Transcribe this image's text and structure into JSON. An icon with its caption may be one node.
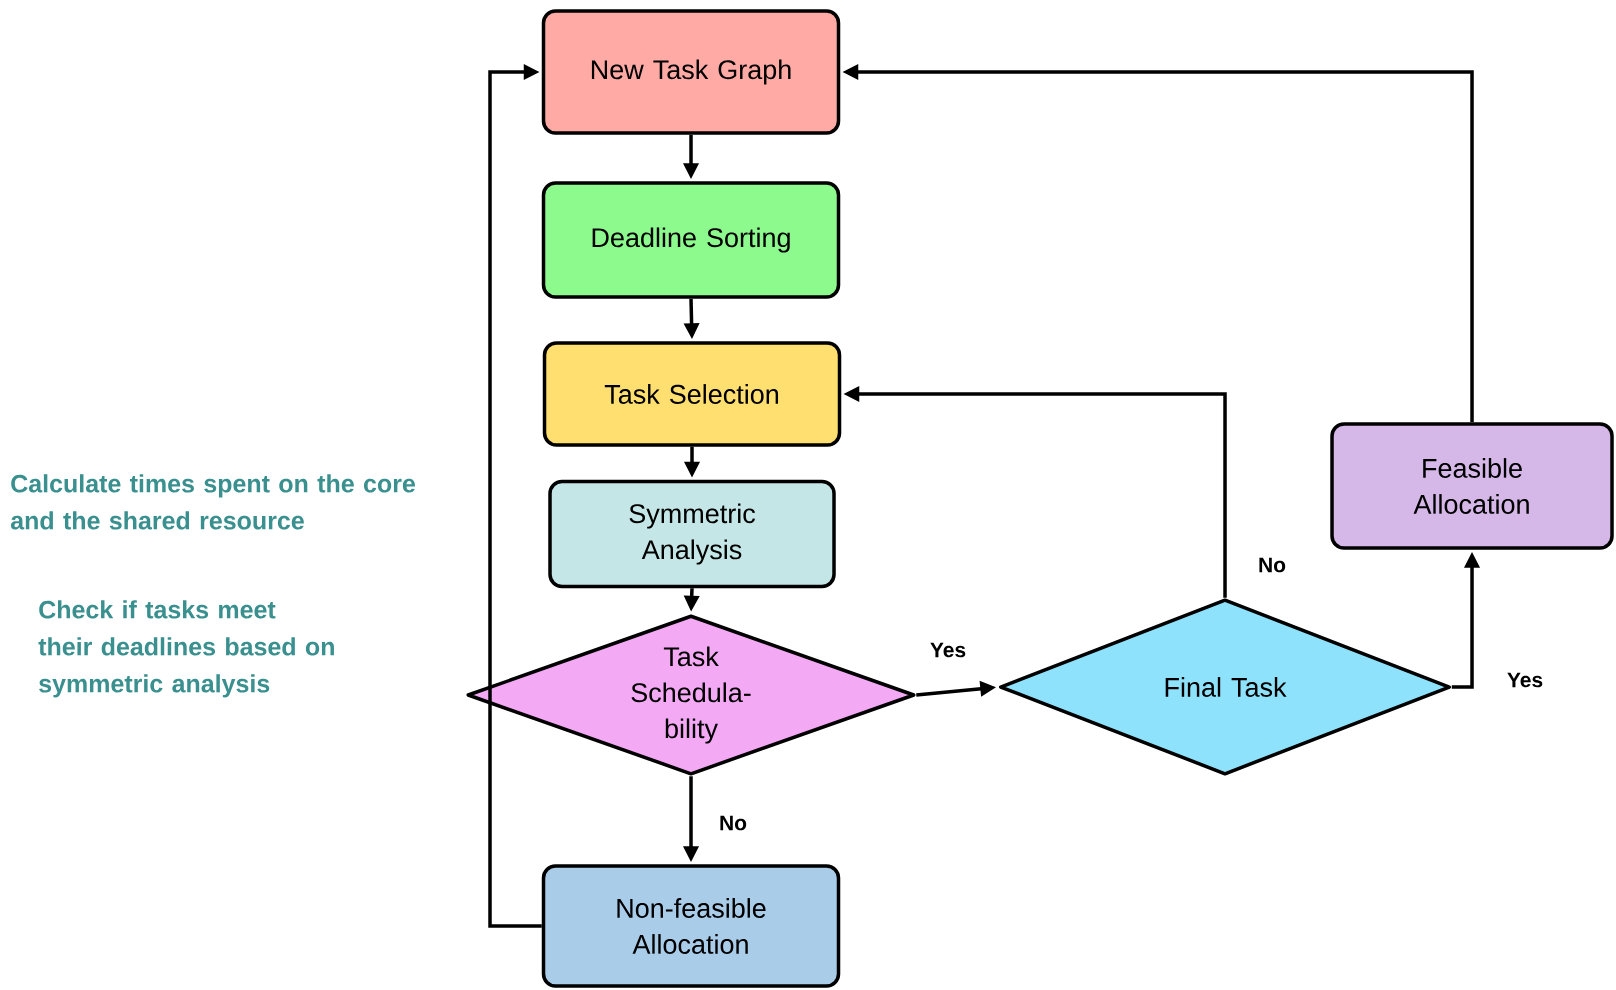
{
  "diagram": {
    "nodes": [
      {
        "text": [
          "New Task Graph"
        ]
      },
      {
        "text": [
          "Deadline Sorting"
        ]
      },
      {
        "text": [
          "Task Selection"
        ]
      },
      {
        "text": [
          "Symmetric Analysis"
        ]
      },
      {
        "text": [
          "Task Schedula-bility"
        ]
      },
      {
        "text": [
          "Final Task"
        ]
      },
      {
        "text": [
          "Feasible Allocation"
        ]
      },
      {
        "text": [
          "Non-feasible Allocation"
        ]
      }
    ],
    "edges": [
      {
        "from": 0,
        "to": 1,
        "arrow": "to"
      },
      {
        "from": 1,
        "to": 2,
        "arrow": "to"
      },
      {
        "from": 2,
        "to": 3,
        "arrow": "to"
      },
      {
        "from": 3,
        "to": 4,
        "arrow": "to"
      },
      {
        "from": 4,
        "to": 5,
        "arrow": "to",
        "label": "Yes"
      },
      {
        "from": 4,
        "to": 7,
        "arrow": "to",
        "label": "No"
      },
      {
        "from": 5,
        "to": 2,
        "arrow": "to",
        "label": "No"
      },
      {
        "from": 5,
        "to": 6,
        "arrow": "to",
        "label": "Yes"
      },
      {
        "from": 6,
        "to": 0,
        "arrow": "to"
      },
      {
        "from": 7,
        "to": 0,
        "arrow": "to"
      }
    ],
    "labels": [
      "Calculate times spent on the core and the shared resource",
      "Check if tasks meet their deadlines based on symmetric analysis"
    ]
  }
}
